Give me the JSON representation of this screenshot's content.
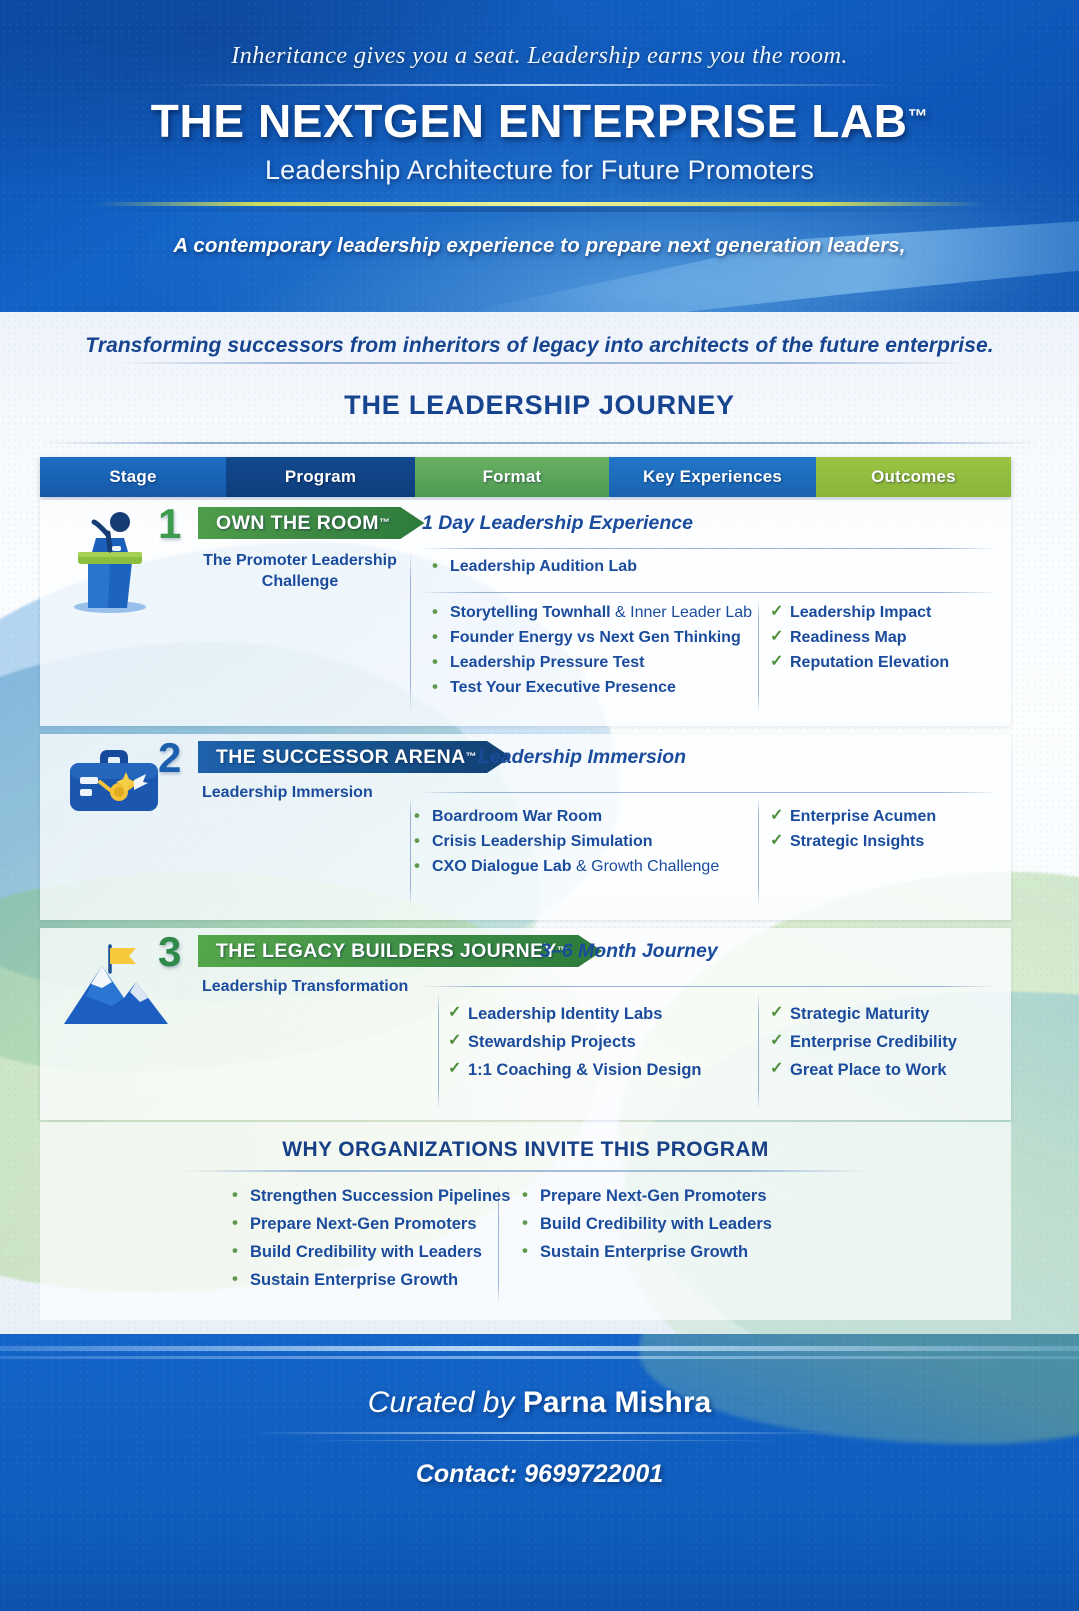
{
  "header": {
    "tagline": "Inheritance gives you a seat. Leadership earns you the room.",
    "title": "THE NEXTGEN ENTERPRISE LAB",
    "title_tm": "™",
    "subtitle": "Leadership Architecture for Future Promoters",
    "promise": "A contemporary leadership experience to prepare next generation leaders,"
  },
  "intro": {
    "transform_line": "Transforming successors from inheritors of legacy into architects of the future enterprise.",
    "journey_title": "THE LEADERSHIP JOURNEY"
  },
  "columns": [
    {
      "label": "Stage",
      "color": "#1d6ec4"
    },
    {
      "label": "Program",
      "color": "#13498f"
    },
    {
      "label": "Format",
      "color": "#69b163"
    },
    {
      "label": "Key Experiences",
      "color": "#2176c9"
    },
    {
      "label": "Outcomes",
      "color": "#9cc443"
    }
  ],
  "stages": [
    {
      "number": "1",
      "icon": "podium-microphone-icon",
      "program": "OWN THE ROOM",
      "program_tm": "™",
      "format": "1 Day Leadership Experience",
      "stage_label_line1": "The Promoter Leadership",
      "stage_label_line2": "Challenge",
      "lead_experience": "Leadership Audition Lab",
      "key_experiences": [
        {
          "bold": "Storytelling Townhall",
          "rest": " & Inner Leader Lab"
        },
        {
          "bold": "Founder Energy vs Next Gen Thinking",
          "rest": ""
        },
        {
          "bold": "Leadership Pressure Test",
          "rest": ""
        },
        {
          "bold": "Test Your Executive Presence",
          "rest": ""
        }
      ],
      "outcomes": [
        "Leadership Impact",
        "Readiness Map",
        "Reputation Elevation"
      ]
    },
    {
      "number": "2",
      "icon": "briefcase-strategy-icon",
      "program": "THE SUCCESSOR ARENA",
      "program_tm": "™",
      "format": "Leadership Immersion",
      "stage_label_line1": "Leadership Immersion",
      "stage_label_line2": "",
      "lead_experience": "",
      "key_experiences": [
        {
          "bold": "Boardroom War Room",
          "rest": ""
        },
        {
          "bold": "Crisis Leadership Simulation",
          "rest": ""
        },
        {
          "bold": "CXO Dialogue Lab",
          "rest": " & Growth Challenge"
        }
      ],
      "outcomes": [
        "Enterprise Acumen",
        "Strategic Insights"
      ]
    },
    {
      "number": "3",
      "icon": "mountain-flag-icon",
      "program": "THE LEGACY BUILDERS JOURNEY",
      "program_tm": "™",
      "format": "3–6 Month Journey",
      "stage_label_line1": "Leadership Transformation",
      "stage_label_line2": "",
      "lead_experience": "",
      "key_experiences": [
        {
          "bold": "Leadership Identity Labs",
          "rest": ""
        },
        {
          "bold": "Stewardship Projects",
          "rest": ""
        },
        {
          "bold": "1:1 Coaching & Vision Design",
          "rest": ""
        }
      ],
      "outcomes": [
        "Strategic Maturity",
        "Enterprise Credibility",
        "Great Place to Work"
      ]
    }
  ],
  "why": {
    "title": "WHY ORGANIZATIONS INVITE THIS PROGRAM",
    "left_items": [
      "Strengthen Succession Pipelines",
      "Prepare Next-Gen Promoters",
      "Build Credibility with Leaders",
      "Sustain Enterprise Growth"
    ],
    "right_items": [
      "Prepare Next-Gen Promoters",
      "Build Credibility with Leaders",
      "Sustain Enterprise Growth"
    ]
  },
  "footer": {
    "curated_prefix": "Curated by ",
    "curated_name": "Parna Mishra",
    "contact": "Contact: 9699722001"
  },
  "colors": {
    "brand_blue": "#0f59ba",
    "deep_blue": "#17448f",
    "accent_green": "#4f9e4a",
    "accent_lime": "#9cc443",
    "text_blue": "#1a4b9c"
  }
}
